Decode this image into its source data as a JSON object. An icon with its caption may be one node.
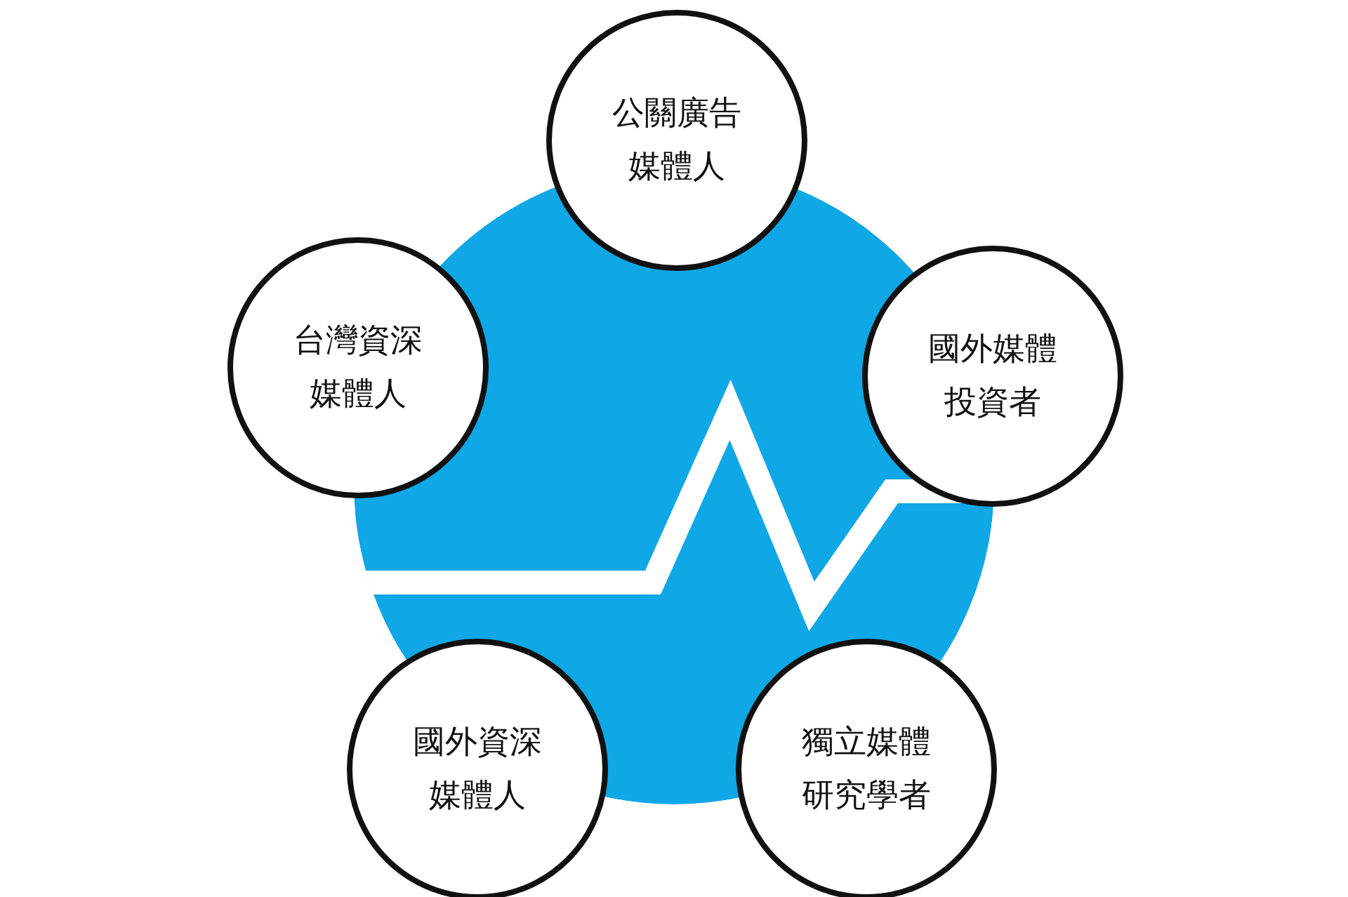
{
  "diagram": {
    "nodes": [
      {
        "text": [],
        "shape": "circle"
      },
      {
        "text": [
          "公關廣告媒體人"
        ]
      },
      {
        "text": [
          "台灣資深媒體人"
        ]
      },
      {
        "text": [
          "國外媒體投資者"
        ]
      },
      {
        "text": [
          "國外資深媒體人"
        ]
      },
      {
        "text": [
          "獨立媒體研究學者"
        ]
      }
    ]
  }
}
